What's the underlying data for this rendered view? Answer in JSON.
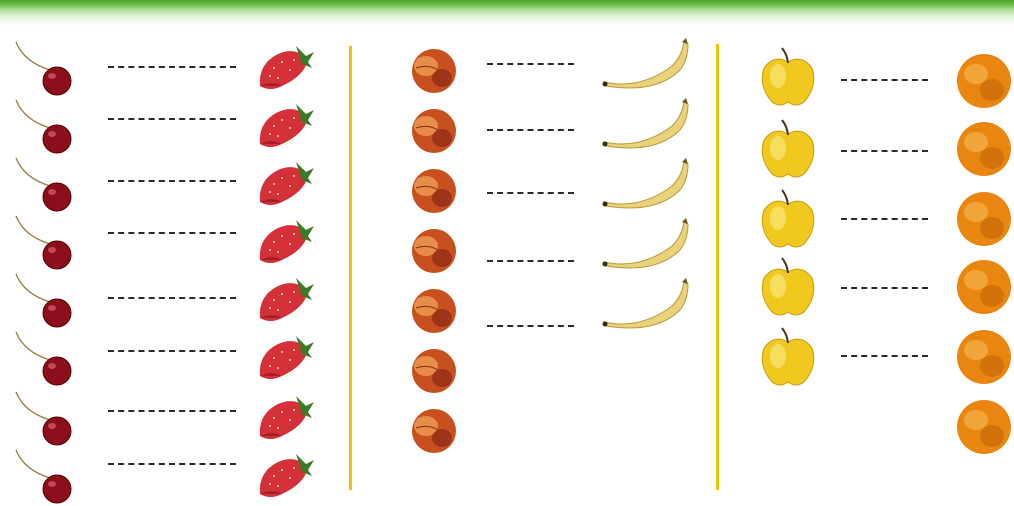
{
  "groups": [
    {
      "name": "cherries-strawberries",
      "left_fruit": "cherry-icon",
      "right_fruit": "strawberry-icon",
      "left_count": 8,
      "right_count": 8,
      "pairs": 8
    },
    {
      "name": "peaches-bananas",
      "left_fruit": "peach-icon",
      "right_fruit": "banana-icon",
      "left_count": 7,
      "right_count": 5,
      "pairs": 5
    },
    {
      "name": "apples-oranges",
      "left_fruit": "apple-icon",
      "right_fruit": "orange-icon",
      "left_count": 5,
      "right_count": 6,
      "pairs": 5
    }
  ],
  "colors": {
    "top_bar": "#5fb33a",
    "divider": "#f2c300",
    "dash": "#2a2a2a",
    "cherry": "#8a0f1a",
    "strawberry": "#d3303a",
    "peach": "#c8501f",
    "banana": "#e9d27a",
    "apple": "#f0c81e",
    "orange": "#e8860f"
  }
}
